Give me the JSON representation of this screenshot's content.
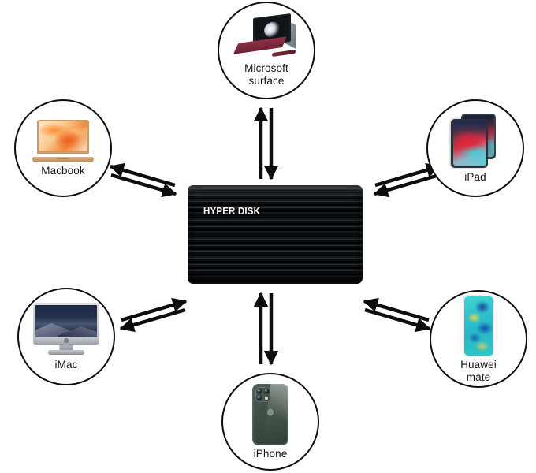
{
  "diagram": {
    "title": "HYPER DISK device connectivity diagram",
    "background_color": "#ffffff",
    "arrow_color": "#0d0d0d",
    "node_border_color": "#0d0d0d",
    "label_color": "#141414"
  },
  "hub": {
    "name": "hyper-disk",
    "brand_label": "HYPER DISK",
    "device_type": "external portable SSD",
    "body_color": "#0a0c0e",
    "text_color": "#ffffff"
  },
  "nodes": [
    {
      "id": "microsoft-surface",
      "label": "Microsoft\nsurface",
      "icon": "surface-tablet-icon",
      "position": "top",
      "accent_color": "#6d2134"
    },
    {
      "id": "ipad",
      "label": "iPad",
      "icon": "ipad-tablet-icon",
      "position": "top-right",
      "accent_color": "#d8344a"
    },
    {
      "id": "huawei-mate",
      "label": "Huawei\nmate",
      "icon": "huawei-phone-icon",
      "position": "bottom-right",
      "accent_color": "#2fc2cd"
    },
    {
      "id": "iphone",
      "label": "iPhone",
      "icon": "iphone-phone-icon",
      "position": "bottom",
      "accent_color": "#3d4e44"
    },
    {
      "id": "imac",
      "label": "iMac",
      "icon": "imac-desktop-icon",
      "position": "bottom-left",
      "accent_color": "#24324f"
    },
    {
      "id": "macbook",
      "label": "Macbook",
      "icon": "macbook-laptop-icon",
      "position": "top-left",
      "accent_color": "#f08a3c"
    }
  ],
  "connections": [
    {
      "id": "connector-surface",
      "between": [
        "hyper-disk",
        "microsoft-surface"
      ],
      "direction": "bidirectional"
    },
    {
      "id": "connector-ipad",
      "between": [
        "hyper-disk",
        "ipad"
      ],
      "direction": "bidirectional"
    },
    {
      "id": "connector-huawei-mate",
      "between": [
        "hyper-disk",
        "huawei-mate"
      ],
      "direction": "bidirectional"
    },
    {
      "id": "connector-iphone",
      "between": [
        "hyper-disk",
        "iphone"
      ],
      "direction": "bidirectional"
    },
    {
      "id": "connector-imac",
      "between": [
        "hyper-disk",
        "imac"
      ],
      "direction": "bidirectional"
    },
    {
      "id": "connector-macbook",
      "between": [
        "hyper-disk",
        "macbook"
      ],
      "direction": "bidirectional"
    }
  ]
}
